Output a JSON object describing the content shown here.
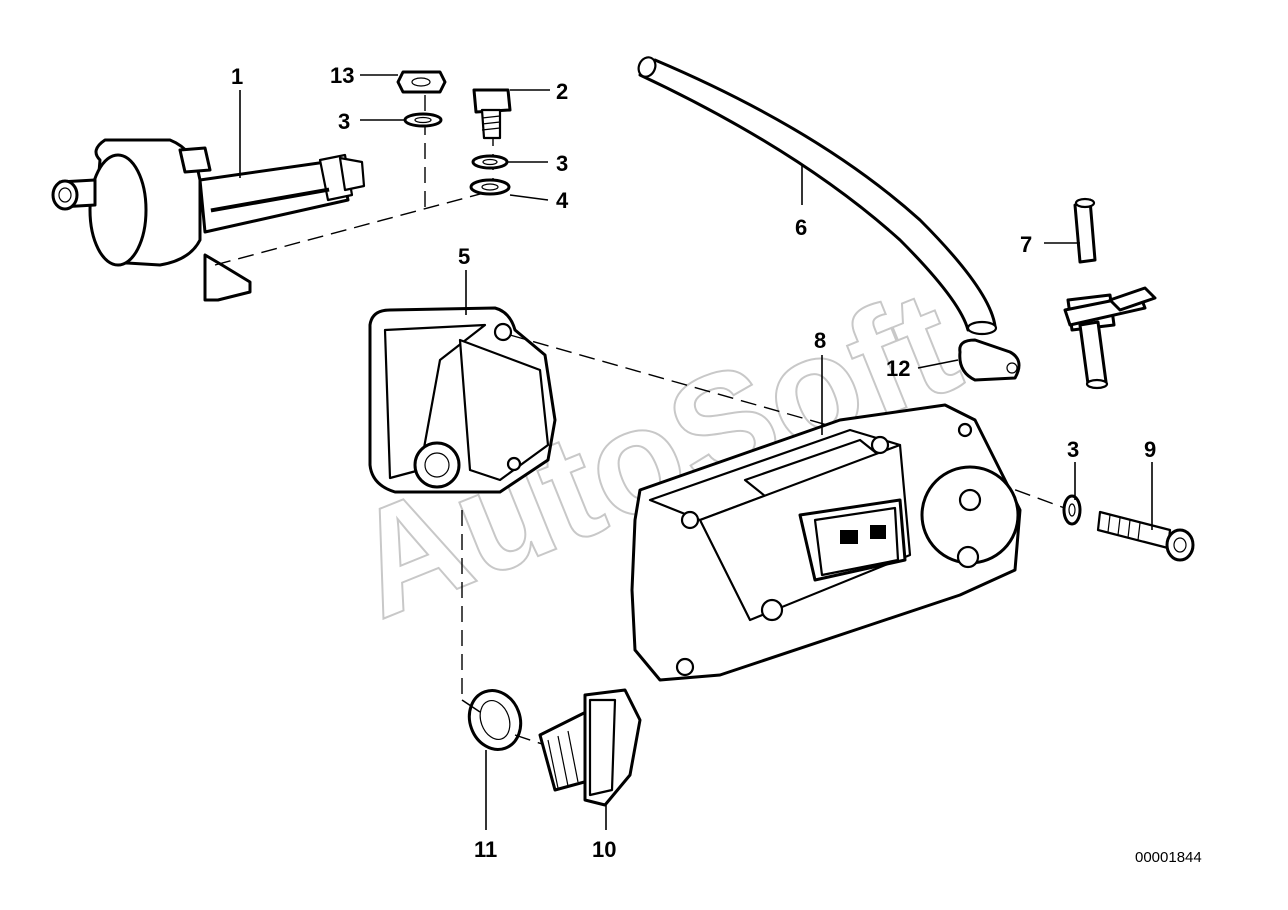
{
  "diagram": {
    "callouts": {
      "c1": "1",
      "c2": "2",
      "c3a": "3",
      "c3b": "3",
      "c3c": "3",
      "c4": "4",
      "c5": "5",
      "c6": "6",
      "c7": "7",
      "c8": "8",
      "c9": "9",
      "c10": "10",
      "c11": "11",
      "c12": "12",
      "c13": "13"
    },
    "reference_number": "00001844",
    "watermark": "AutoSoft"
  }
}
